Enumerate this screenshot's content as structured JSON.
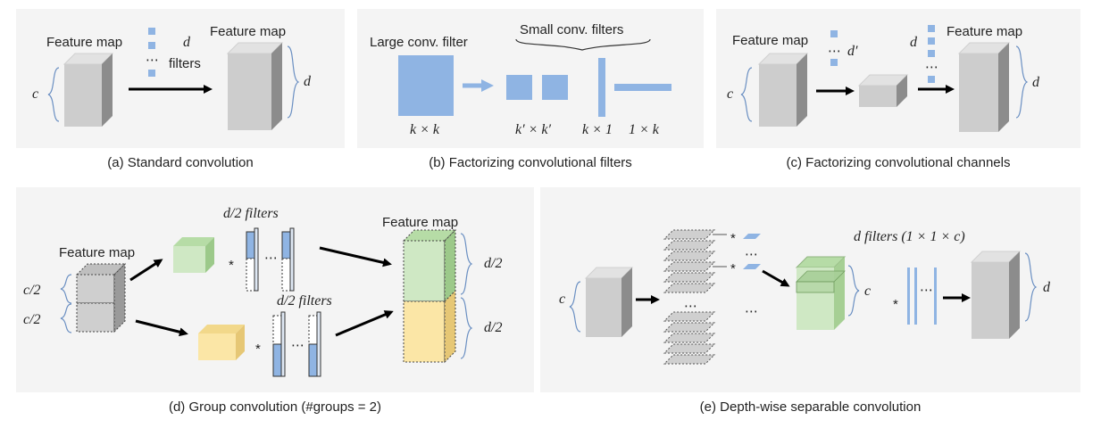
{
  "colors": {
    "blue": "#8fb4e3",
    "gray": "#cfcfcf",
    "green": "#cfe8c4",
    "yellow": "#fbe6a6",
    "panel": "#f4f4f4"
  },
  "panel_a": {
    "caption": "(a) Standard convolution",
    "in_map": "Feature map",
    "out_map": "Feature map",
    "c": "c",
    "d_top": "d",
    "d_right": "d",
    "filters": "filters",
    "dots": "⋯"
  },
  "panel_b": {
    "caption": "(b) Factorizing convolutional filters",
    "large": "Large conv. filter",
    "small": "Small conv. filters",
    "kk": "k × k",
    "kpkp": "k′ × k′",
    "k1": "k × 1",
    "onek": "1 × k"
  },
  "panel_c": {
    "caption": "(c) Factorizing convolutional channels",
    "in_map": "Feature map",
    "out_map": "Feature map",
    "c": "c",
    "dprime": "d′",
    "d_mid": "d",
    "d_right": "d",
    "dots": "⋯"
  },
  "panel_d": {
    "caption": "(d) Group convolution (#groups = 2)",
    "in_map": "Feature map",
    "out_map": "Feature map",
    "c2_top": "c/2",
    "c2_bot": "c/2",
    "filters_top": "d/2  filters",
    "filters_bot": "d/2  filters",
    "d2_top": "d/2",
    "d2_bot": "d/2",
    "star": "*",
    "dots": "⋯"
  },
  "panel_e": {
    "caption": "(e) Depth-wise separable convolution",
    "c_left": "c",
    "c_mid": "c",
    "d_right": "d",
    "filters": "d filters (1 × 1 × c)",
    "star": "*",
    "dots": "⋯"
  }
}
